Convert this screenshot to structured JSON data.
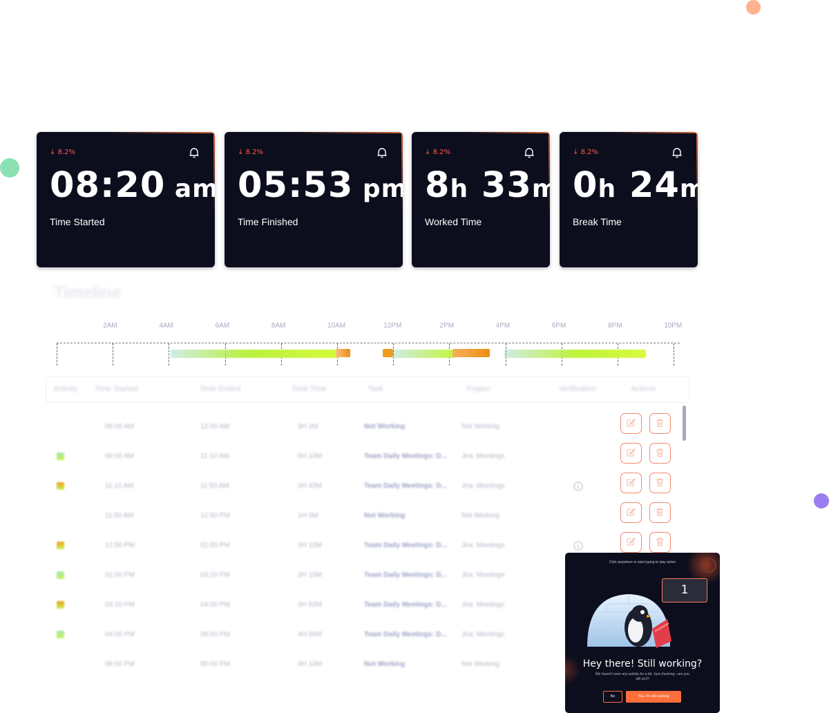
{
  "colors": {
    "card_bg": "#0c0e1d",
    "accent": "#ff6f3c",
    "trend_down": "#ff5a4a",
    "dot_orange": "#ffb28e",
    "dot_green": "#8be0b4",
    "dot_purple": "#9b7df0"
  },
  "stats": [
    {
      "trend": "8.2%",
      "value": "08:20",
      "unit": " am",
      "label": "Time Started",
      "icon": "bell-icon"
    },
    {
      "trend": "8.2%",
      "value": "05:53",
      "unit": " pm",
      "label": "Time Finished",
      "icon": "bell-icon"
    },
    {
      "trend": "8.2%",
      "value": "8",
      "unit": "h",
      "value2": " 33",
      "unit2": "m",
      "label": "Worked Time",
      "icon": "bell-icon"
    },
    {
      "trend": "8.2%",
      "value": "0",
      "unit": "h",
      "value2": " 24",
      "unit2": "m",
      "label": "Break Time",
      "icon": "bell-icon"
    }
  ],
  "timeline": {
    "title": "Timeline",
    "hours": [
      "2AM",
      "4AM",
      "6AM",
      "8AM",
      "10AM",
      "12PM",
      "2PM",
      "4PM",
      "6PM",
      "8PM",
      "10PM"
    ]
  },
  "table": {
    "headers": [
      "Activity",
      "Time Started",
      "Time Ended",
      "Total Time",
      "Task",
      "Project",
      "Verification",
      "Actions"
    ],
    "rows": [
      {
        "start": "06:00 AM",
        "end": "12:00 AM",
        "total": "9H 2M",
        "task": "Not Working",
        "project": "Not Working",
        "color": "",
        "info": false
      },
      {
        "start": "06:00 AM",
        "end": "11:10 AM",
        "total": "5H 10M",
        "task": "Team Daily Meetings: D...",
        "project": "Jira: Meetings",
        "color": "#a8e6b0",
        "info": false
      },
      {
        "start": "11:10 AM",
        "end": "11:50 AM",
        "total": "0H 40M",
        "task": "Team Daily Meetings: D...",
        "project": "Jira: Meetings",
        "color": "#f0a020",
        "info": true
      },
      {
        "start": "11:50 AM",
        "end": "12:50 PM",
        "total": "1H 0M",
        "task": "Not Working",
        "project": "Not Working",
        "color": "",
        "info": false
      },
      {
        "start": "12:50 PM",
        "end": "01:00 PM",
        "total": "0H 10M",
        "task": "Team Daily Meetings: D...",
        "project": "Jira: Meetings",
        "color": "#f0a020",
        "info": true
      },
      {
        "start": "01:00 PM",
        "end": "03:10 PM",
        "total": "2H 10M",
        "task": "Team Daily Meetings: D...",
        "project": "Jira: Meetings",
        "color": "#a8e6b0",
        "info": false
      },
      {
        "start": "03:10 PM",
        "end": "04:00 PM",
        "total": "0H 50M",
        "task": "Team Daily Meetings: D...",
        "project": "Jira: Meetings",
        "color": "#f0a020",
        "info": false
      },
      {
        "start": "04:00 PM",
        "end": "08:50 PM",
        "total": "4H 50M",
        "task": "Team Daily Meetings: D...",
        "project": "Jira: Meetings",
        "color": "#a8e6b0",
        "info": false
      },
      {
        "start": "08:50 PM",
        "end": "00:00 PM",
        "total": "4H 10M",
        "task": "Not Working",
        "project": "Not Working",
        "color": "",
        "info": false
      }
    ]
  },
  "popup": {
    "hint": "Click anywhere or start typing to stay active",
    "counter": "1",
    "title": "Hey there! Still working?",
    "description": "We haven't seen any activity for a bit. Just checking—are you still at it?",
    "no_label": "No",
    "yes_label": "Yes, I'm still working"
  }
}
